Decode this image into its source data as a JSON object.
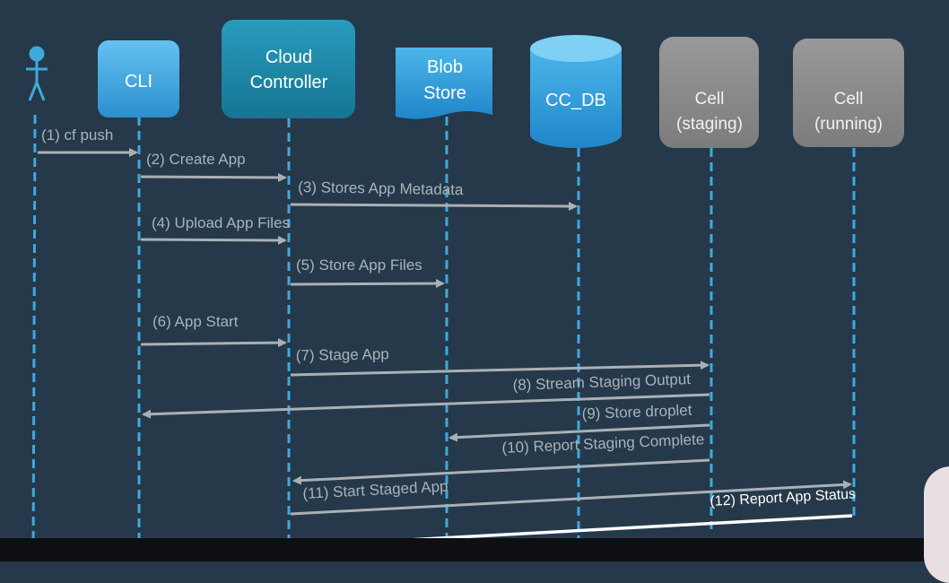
{
  "diagram": {
    "type": "sequence-diagram",
    "participants": [
      {
        "id": "user",
        "label": "",
        "icon": "stick-figure-icon"
      },
      {
        "id": "cli",
        "label": "CLI"
      },
      {
        "id": "cc",
        "label": "Cloud Controller"
      },
      {
        "id": "blob",
        "label": "Blob Store"
      },
      {
        "id": "ccdb",
        "label": "CC_DB"
      },
      {
        "id": "cell_staging",
        "label": "Cell (staging)"
      },
      {
        "id": "cell_running",
        "label": "Cell (running)"
      }
    ],
    "messages": [
      {
        "label": "(1) cf push",
        "from": "user",
        "to": "cli"
      },
      {
        "label": "(2) Create App",
        "from": "cli",
        "to": "cc"
      },
      {
        "label": "(3) Stores App Metadata",
        "from": "cc",
        "to": "ccdb"
      },
      {
        "label": "(4) Upload App Files",
        "from": "cli",
        "to": "cc"
      },
      {
        "label": "(5) Store App Files",
        "from": "cc",
        "to": "blob"
      },
      {
        "label": "(6) App Start",
        "from": "cli",
        "to": "cc"
      },
      {
        "label": "(7) Stage App",
        "from": "cc",
        "to": "cell_staging"
      },
      {
        "label": "(8) Stream Staging Output",
        "from": "cell_staging",
        "to": "cli"
      },
      {
        "label": "(9) Store droplet",
        "from": "cell_staging",
        "to": "blob"
      },
      {
        "label": "(10) Report Staging Complete",
        "from": "cell_staging",
        "to": "cc"
      },
      {
        "label": "(11) Start Staged App",
        "from": "cc",
        "to": "cell_running"
      },
      {
        "label": "(12) Report App Status",
        "from": "cell_running",
        "to": "cc"
      }
    ],
    "colors": {
      "background": "#25394a",
      "lifeline": "#3fa9dc",
      "arrow": "#a9b0b6",
      "highlight_arrow": "#ffffff",
      "cli_box": "#3da6e0",
      "cc_box": "#1d87a8",
      "store": "#2f9fde",
      "cell_box": "#8a8a8a"
    }
  }
}
